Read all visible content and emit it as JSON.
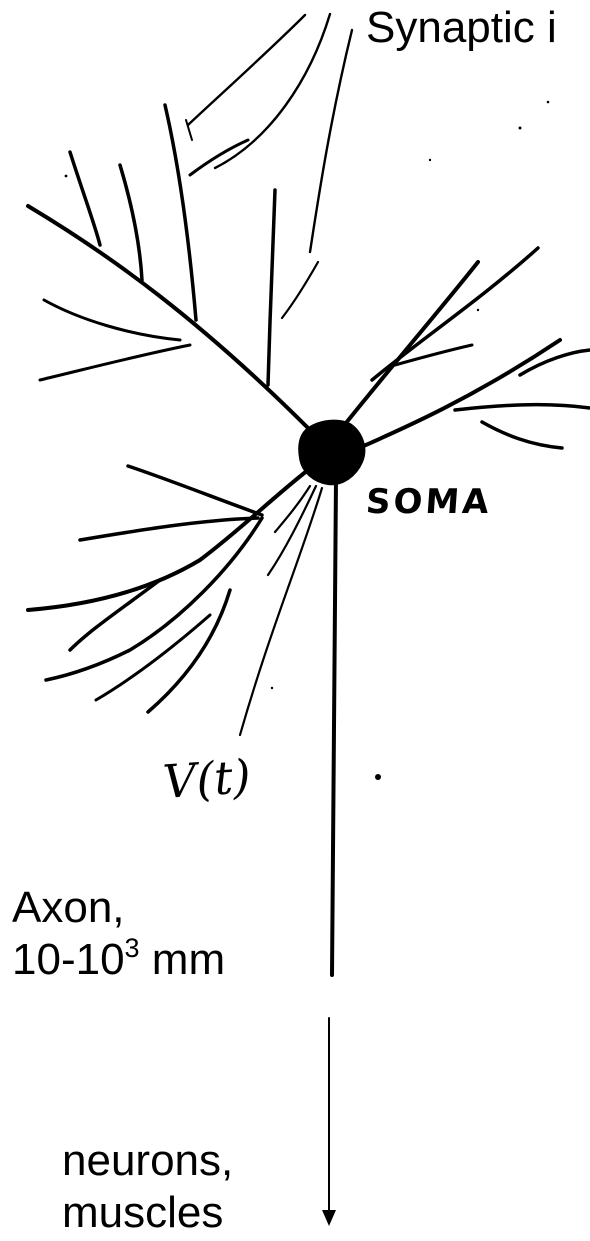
{
  "labels": {
    "synaptic": "Synaptic i",
    "soma": "SOMA",
    "vt": "V(t)",
    "axon_line1": "Axon,",
    "axon_line2_base": "10-10",
    "axon_line2_sup": "3",
    "axon_line2_unit": " mm",
    "targets_line1": "neurons,",
    "targets_line2": "muscles"
  },
  "colors": {
    "ink": "#000000",
    "background": "#ffffff"
  }
}
